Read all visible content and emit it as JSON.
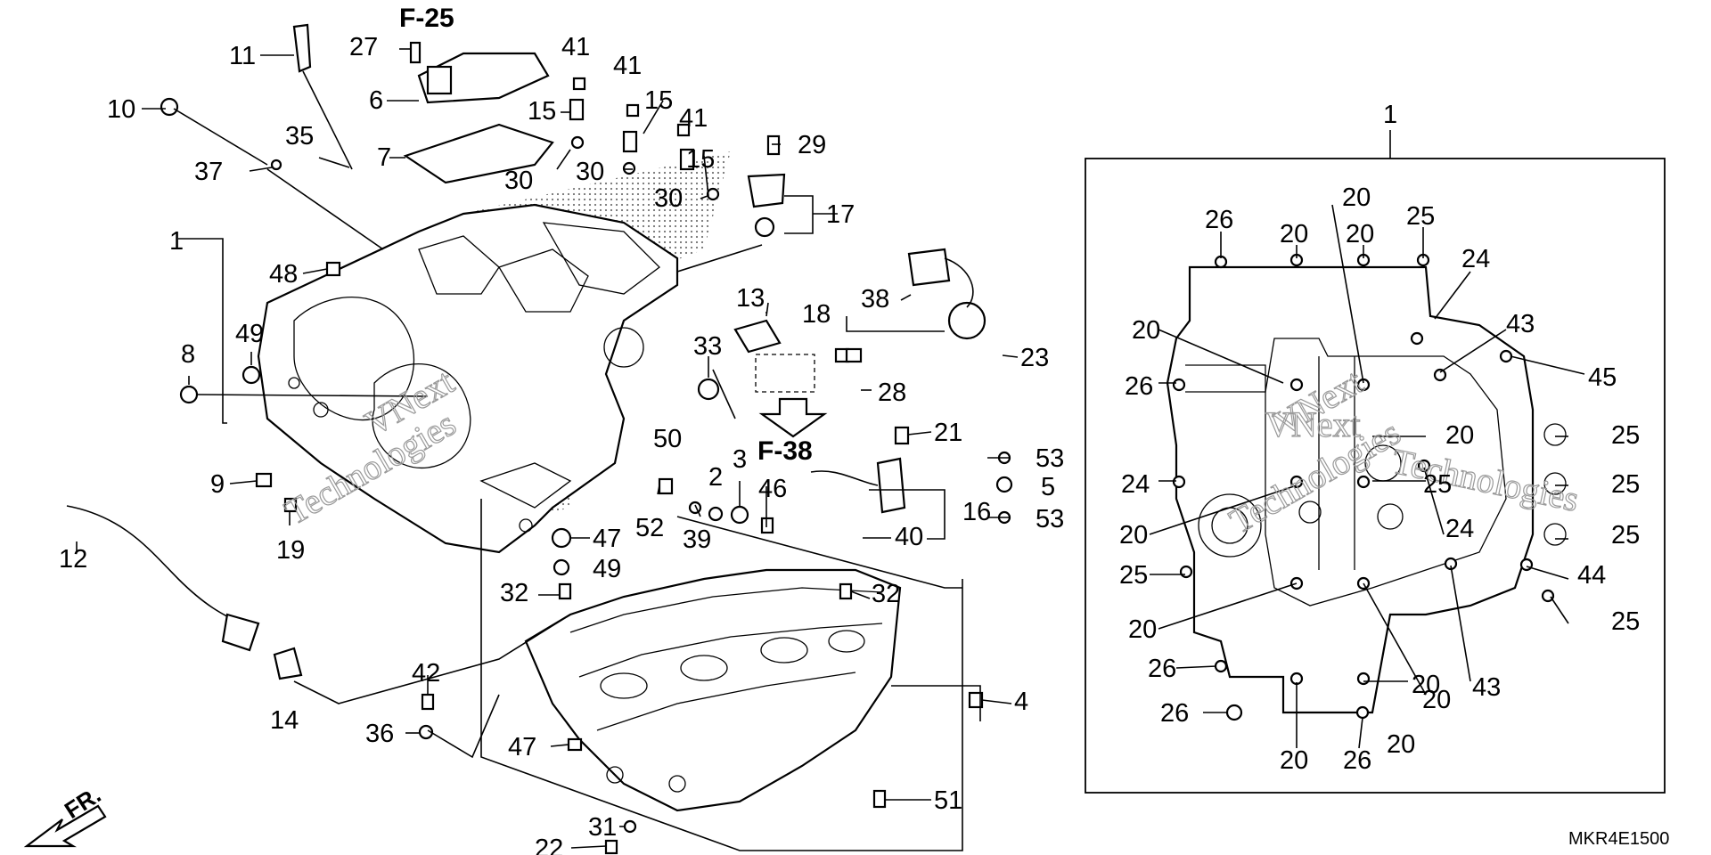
{
  "part_labels": [
    {
      "id": "l-11",
      "text": "11"
    },
    {
      "id": "l-27",
      "text": "27"
    },
    {
      "id": "l-f25",
      "text": "F-25"
    },
    {
      "id": "l-41a",
      "text": "41"
    },
    {
      "id": "l-41b",
      "text": "41"
    },
    {
      "id": "l-10",
      "text": "10"
    },
    {
      "id": "l-6",
      "text": "6"
    },
    {
      "id": "l-15a",
      "text": "15"
    },
    {
      "id": "l-15b",
      "text": "15"
    },
    {
      "id": "l-41c",
      "text": "41"
    },
    {
      "id": "l-35",
      "text": "35"
    },
    {
      "id": "l-7",
      "text": "7"
    },
    {
      "id": "l-29",
      "text": "29"
    },
    {
      "id": "l-37",
      "text": "37"
    },
    {
      "id": "l-30a",
      "text": "30"
    },
    {
      "id": "l-30b",
      "text": "30"
    },
    {
      "id": "l-15c",
      "text": "15"
    },
    {
      "id": "l-30c",
      "text": "30"
    },
    {
      "id": "l-17",
      "text": "17"
    },
    {
      "id": "l-1a",
      "text": "1"
    },
    {
      "id": "l-48",
      "text": "48"
    },
    {
      "id": "l-13",
      "text": "13"
    },
    {
      "id": "l-18",
      "text": "18"
    },
    {
      "id": "l-38",
      "text": "38"
    },
    {
      "id": "l-23",
      "text": "23"
    },
    {
      "id": "l-49a",
      "text": "49"
    },
    {
      "id": "l-8",
      "text": "8"
    },
    {
      "id": "l-33",
      "text": "33"
    },
    {
      "id": "l-28",
      "text": "28"
    },
    {
      "id": "l-f38",
      "text": "F-38"
    },
    {
      "id": "l-21",
      "text": "21"
    },
    {
      "id": "l-50",
      "text": "50"
    },
    {
      "id": "l-3",
      "text": "3"
    },
    {
      "id": "l-2",
      "text": "2"
    },
    {
      "id": "l-9",
      "text": "9"
    },
    {
      "id": "l-46",
      "text": "46"
    },
    {
      "id": "l-53a",
      "text": "53"
    },
    {
      "id": "l-5",
      "text": "5"
    },
    {
      "id": "l-16",
      "text": "16"
    },
    {
      "id": "l-53b",
      "text": "53"
    },
    {
      "id": "l-52",
      "text": "52"
    },
    {
      "id": "l-39",
      "text": "39"
    },
    {
      "id": "l-19",
      "text": "19"
    },
    {
      "id": "l-47a",
      "text": "47"
    },
    {
      "id": "l-40",
      "text": "40"
    },
    {
      "id": "l-12",
      "text": "12"
    },
    {
      "id": "l-49b",
      "text": "49"
    },
    {
      "id": "l-32a",
      "text": "32"
    },
    {
      "id": "l-32b",
      "text": "32"
    },
    {
      "id": "l-42",
      "text": "42"
    },
    {
      "id": "l-4",
      "text": "4"
    },
    {
      "id": "l-14",
      "text": "14"
    },
    {
      "id": "l-36",
      "text": "36"
    },
    {
      "id": "l-47b",
      "text": "47"
    },
    {
      "id": "l-51",
      "text": "51"
    },
    {
      "id": "l-31",
      "text": "31"
    },
    {
      "id": "l-22",
      "text": "22"
    },
    {
      "id": "r-1",
      "text": "1"
    },
    {
      "id": "r-26a",
      "text": "26"
    },
    {
      "id": "r-20a",
      "text": "20"
    },
    {
      "id": "r-20b",
      "text": "20"
    },
    {
      "id": "r-20c",
      "text": "20"
    },
    {
      "id": "r-25a",
      "text": "25"
    },
    {
      "id": "r-24a",
      "text": "24"
    },
    {
      "id": "r-20d",
      "text": "20"
    },
    {
      "id": "r-43a",
      "text": "43"
    },
    {
      "id": "r-26b",
      "text": "26"
    },
    {
      "id": "r-45",
      "text": "45"
    },
    {
      "id": "r-20e",
      "text": "20"
    },
    {
      "id": "r-25b",
      "text": "25"
    },
    {
      "id": "r-25c",
      "text": "25"
    },
    {
      "id": "r-24b",
      "text": "24"
    },
    {
      "id": "r-25d",
      "text": "25"
    },
    {
      "id": "r-20f",
      "text": "20"
    },
    {
      "id": "r-24c",
      "text": "24"
    },
    {
      "id": "r-25e",
      "text": "25"
    },
    {
      "id": "r-25f",
      "text": "25"
    },
    {
      "id": "r-44",
      "text": "44"
    },
    {
      "id": "r-20g",
      "text": "20"
    },
    {
      "id": "r-25g",
      "text": "25"
    },
    {
      "id": "r-26c",
      "text": "26"
    },
    {
      "id": "r-20h",
      "text": "20"
    },
    {
      "id": "r-43b",
      "text": "43"
    },
    {
      "id": "r-26d",
      "text": "26"
    },
    {
      "id": "r-20i",
      "text": "20"
    },
    {
      "id": "r-20j",
      "text": "20"
    },
    {
      "id": "r-26e",
      "text": "26"
    },
    {
      "id": "r-20k",
      "text": "20"
    }
  ],
  "front_indicator": "FR.",
  "diagram_code": "MKR4E1500",
  "watermark": {
    "line1": "VNext",
    "line2": "Technologies"
  },
  "colors": {
    "line": "#000000",
    "background": "#ffffff",
    "watermark": "#9a9a9a"
  }
}
